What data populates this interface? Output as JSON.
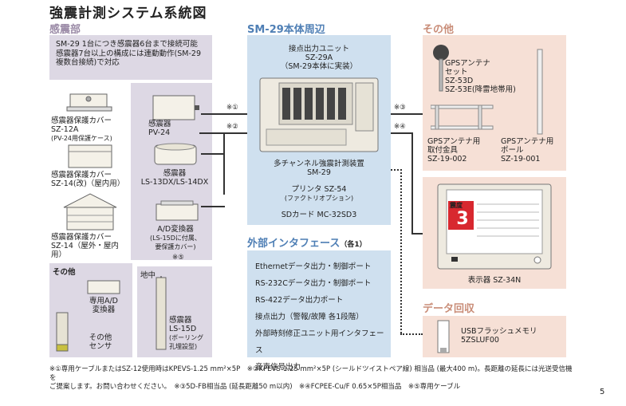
{
  "title": "強震計測システム系統図",
  "page_number": "5",
  "sensors_section": {
    "heading": "感震部",
    "description_lines": [
      "SM-29 1台につき感震器6台まで接続可能",
      "感震器7台以上の構成には連動動作(SM-29",
      "複数台接続)で対応"
    ],
    "cover_12a": {
      "name": "感震器保護カバー",
      "model": "SZ-12A",
      "note": "(PV-24用保護ケース)"
    },
    "cover_14": {
      "name": "感震器保護カバー",
      "model": "SZ-14(改)（屋内用）"
    },
    "cover_14o": {
      "name": "感震器保護カバー",
      "model": "SZ-14（屋外・屋内用）"
    },
    "pv24": {
      "name": "感震器",
      "model": "PV-24"
    },
    "ls13": {
      "name": "感震器",
      "model": "LS-13DX/LS-14DX"
    },
    "ad": {
      "name": "A/D変換器",
      "note1": "(LS-15Dに付属、",
      "note2": "要保護カバー)"
    },
    "underground": "地中",
    "ls15": {
      "name": "感震器",
      "model": "LS-15D",
      "note1": "(ボーリング",
      "note2": "孔埋設型)"
    },
    "other": {
      "heading": "その他",
      "ad_label": "専用A/D",
      "ad_label2": "変換器",
      "sensor_label": "その他",
      "sensor_label2": "センサ"
    }
  },
  "main_section": {
    "heading": "SM-29本体周辺",
    "unit_name": "接点出力ユニット",
    "unit_model": "SZ-29A",
    "unit_note": "（SM-29本体に実装）",
    "device_name": "多チャンネル強震計測装置",
    "device_model": "SM-29",
    "printer": "プリンタ SZ-54",
    "printer_note": "(ファクトリオプション)",
    "sdcard": "SDカード  MC-32SD3"
  },
  "interface_section": {
    "heading": "外部インタフェース",
    "heading_suffix": "（各1）",
    "items": [
      "Ethernetデータ出力・制御ポート",
      "RS-232Cデータ出力・制御ポート",
      "RS-422データ出力ポート",
      "接点出力（警報/故障 各1段階）",
      "外部時刻修正ユニット用インタフェース",
      "音声信号出力"
    ]
  },
  "other_section": {
    "heading": "その他",
    "gps_antenna": "GPSアンテナ",
    "gps_antenna2": "セット",
    "gps_model1": "SZ-53D",
    "gps_model2": "SZ-53E(降雷地帯用)",
    "mount": "GPSアンテナ用",
    "mount2": "取付金具",
    "mount_model": "SZ-19-002",
    "pole": "GPSアンテナ用",
    "pole2": "ポール",
    "pole_model": "SZ-19-001",
    "display_label": "表示器 SZ-34N",
    "display_value": "3",
    "display_title": "震度"
  },
  "recovery_section": {
    "heading": "データ回収",
    "usb1": "USBフラッシュメモリ",
    "usb2": "5ZSLUF00"
  },
  "marks": {
    "m1": "※①",
    "m2": "※②",
    "m3": "※③",
    "m4": "※④",
    "m5": "※⑤"
  },
  "footnotes": {
    "line1": "※①専用ケーブルまたはSZ-12使用時はKPEVS-1.25 mm²×5P　※②KPEVS-1.25 mm²×5P (シールドツイストペア線) 相当品 (最大400 m)。長距離の延長には光送受信機を",
    "line2": "ご提案します。お問い合わせください。　※③5D-FB相当品 (延長距離50 m以内)　※④FCPEE-Cu/F 0.65×5P相当品　※⑤専用ケーブル"
  },
  "colors": {
    "purple_panel": "#ddd8e4",
    "pink_panel": "#f6e0d6",
    "blue_panel": "#cfe0ef",
    "display_red": "#d8282f"
  }
}
